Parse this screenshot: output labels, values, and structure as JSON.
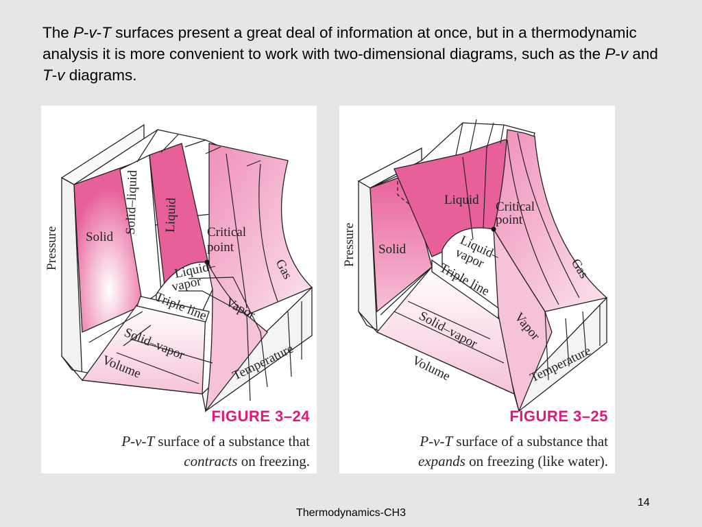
{
  "intro": {
    "t1": "The ",
    "t2": "P",
    "t3": "-",
    "t4": "v",
    "t5": "-",
    "t6": "T",
    "t7": " surfaces present a great deal of information at once, but in a thermodynamic analysis it is more convenient to work with two-dimensional diagrams, such as the ",
    "t8": "P",
    "t9": "-",
    "t10": "v",
    "t11": " and ",
    "t12": "T",
    "t13": "-",
    "t14": "v",
    "t15": " diagrams."
  },
  "colors": {
    "pink_dark": "#e8609a",
    "pink_mid": "#ef8fb9",
    "pink_light": "#f8d0e2",
    "figure_title": "#e0197a"
  },
  "figure1": {
    "labels": {
      "pressure": "Pressure",
      "solid": "Solid",
      "solid_liquid": "Solid–liquid",
      "liquid": "Liquid",
      "critical_1": "Critical",
      "critical_2": "point",
      "gas": "Gas",
      "liquid_vapor_1": "Liquid–",
      "liquid_vapor_2": "vapor",
      "triple_line": "Triple line",
      "vapor": "Vapor",
      "solid_vapor": "Solid–vapor",
      "volume": "Volume",
      "temperature": "Temperature"
    },
    "title": "FIGURE 3–24",
    "caption": {
      "c1": "P-ν-T",
      "c2": " surface of a substance that",
      "c3": "contracts",
      "c4": " on freezing."
    }
  },
  "figure2": {
    "labels": {
      "pressure": "Pressure",
      "solid": "Solid",
      "liquid": "Liquid",
      "critical_1": "Critical",
      "critical_2": "point",
      "gas": "Gas",
      "liquid_vapor_1": "Liquid–",
      "liquid_vapor_2": "vapor",
      "triple_line": "Triple line",
      "vapor": "Vapor",
      "solid_vapor": "Solid–vapor",
      "volume": "Volume",
      "temperature": "Temperature"
    },
    "title": "FIGURE 3–25",
    "caption": {
      "c1": "P-ν-T",
      "c2": " surface of a substance that",
      "c3": "expands",
      "c4": " on freezing (like water)."
    }
  },
  "page_number": "14",
  "footer": "Thermodynamics-CH3"
}
